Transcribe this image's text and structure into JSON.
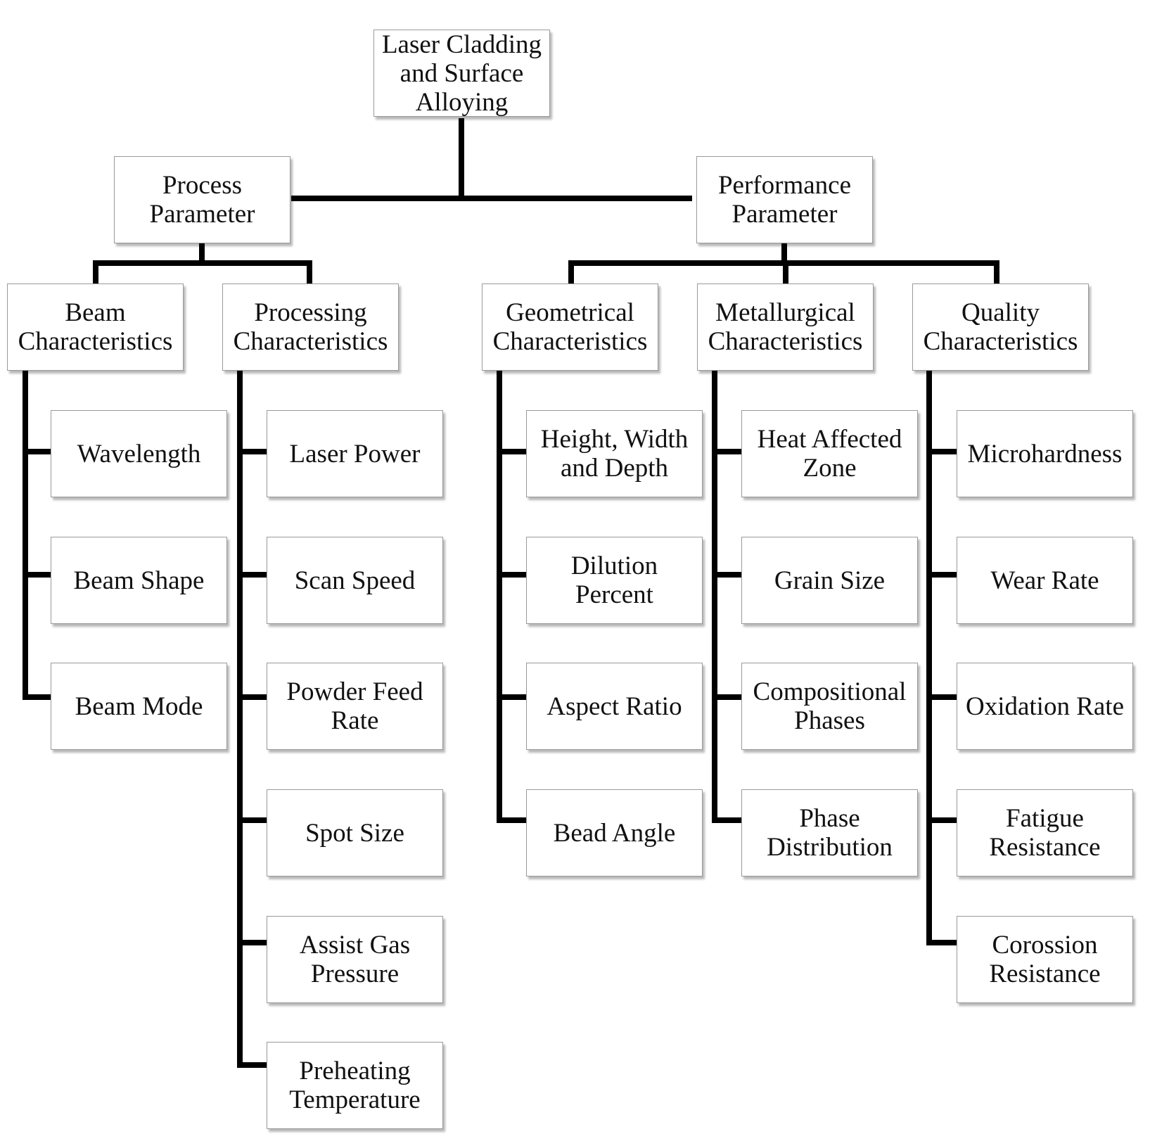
{
  "diagram": {
    "root": "Laser Cladding\nand Surface\nAlloying",
    "process": {
      "label": "Process\nParameter",
      "beam": {
        "label": "Beam\nCharacteristics",
        "items": [
          "Wavelength",
          "Beam Shape",
          "Beam Mode"
        ]
      },
      "processing": {
        "label": "Processing\nCharacteristics",
        "items": [
          "Laser Power",
          "Scan Speed",
          "Powder Feed\nRate",
          "Spot Size",
          "Assist Gas\nPressure",
          "Preheating\nTemperature"
        ]
      }
    },
    "performance": {
      "label": "Performance\nParameter",
      "geometrical": {
        "label": "Geometrical\nCharacteristics",
        "items": [
          "Height, Width\nand Depth",
          "Dilution\nPercent",
          "Aspect Ratio",
          "Bead Angle"
        ]
      },
      "metallurgical": {
        "label": "Metallurgical\nCharacteristics",
        "items": [
          "Heat Affected\nZone",
          "Grain Size",
          "Compositional\nPhases",
          "Phase\nDistribution"
        ]
      },
      "quality": {
        "label": "Quality\nCharacteristics",
        "items": [
          "Microhardness",
          "Wear Rate",
          "Oxidation Rate",
          "Fatigue\nResistance",
          "Corossion\nResistance"
        ]
      }
    }
  }
}
